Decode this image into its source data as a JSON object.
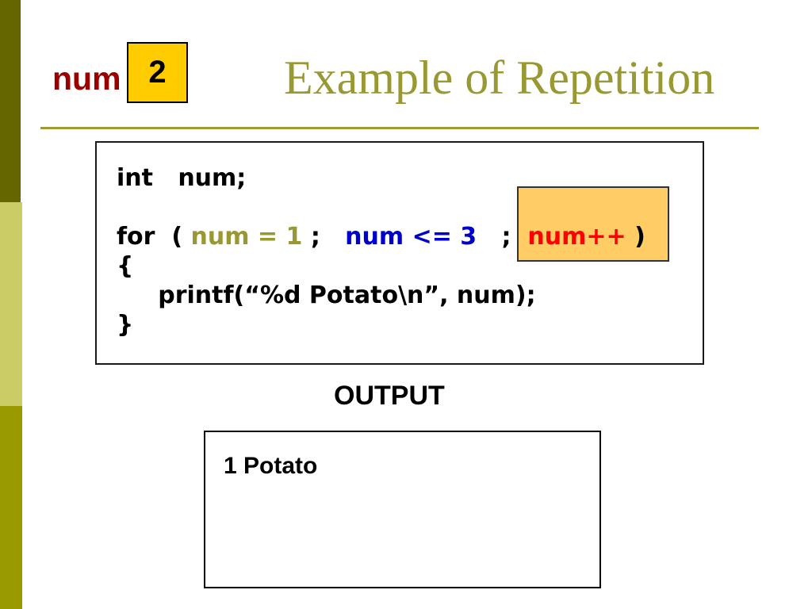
{
  "slide": {
    "title": "Example of Repetition",
    "variable": {
      "name": "num",
      "value": "2"
    },
    "code": {
      "line_int": "int   num;",
      "for_line": {
        "prefix": "for  ( ",
        "init": "num = 1",
        "sep1": " ;   ",
        "cond": "num <= 3",
        "sep2": "   ;  ",
        "incr": "num++",
        "suffix": " )"
      },
      "brace_open": "{",
      "line_printf": "     printf(“%d Potato\\n”, num);",
      "brace_close": "}"
    },
    "output": {
      "label": "OUTPUT",
      "line1": "1 Potato"
    },
    "colors": {
      "sidebar_top": "#666600",
      "sidebar_middle": "#CCCC66",
      "sidebar_bottom": "#999900",
      "title_olive": "#999933",
      "rule_olive": "#9C9C33",
      "variable_label_red": "#990000",
      "variable_box_yellow": "#FFCC00",
      "code_text_black": "#000000",
      "for_init_olive": "#999933",
      "for_condition_blue": "#0000CC",
      "for_increment_red": "#FF0000",
      "highlight_box_orange": "#FFCC66",
      "highlight_box_border": "#333333"
    }
  }
}
